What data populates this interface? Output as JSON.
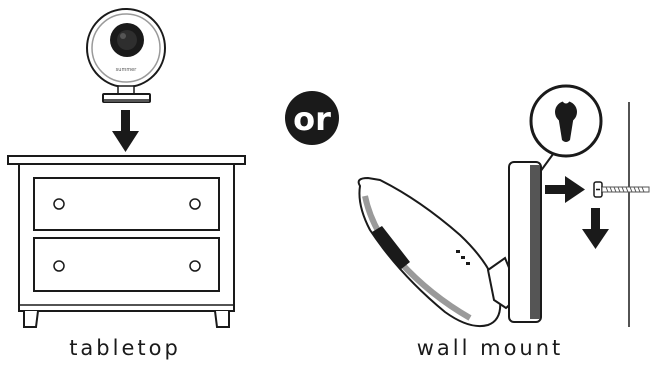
{
  "labels": {
    "or": "or",
    "tabletop": "tabletop",
    "wall_mount": "wall mount",
    "camera_brand": "summer"
  },
  "colors": {
    "ink": "#1a1a1a",
    "paper": "#ffffff",
    "grey": "#9a9a9a",
    "dark_grey": "#555555"
  },
  "icons": {
    "keyhole": "keyhole-icon",
    "screw": "screw-icon",
    "arrow_down": "arrow-down-icon",
    "arrow_right": "arrow-right-icon"
  }
}
